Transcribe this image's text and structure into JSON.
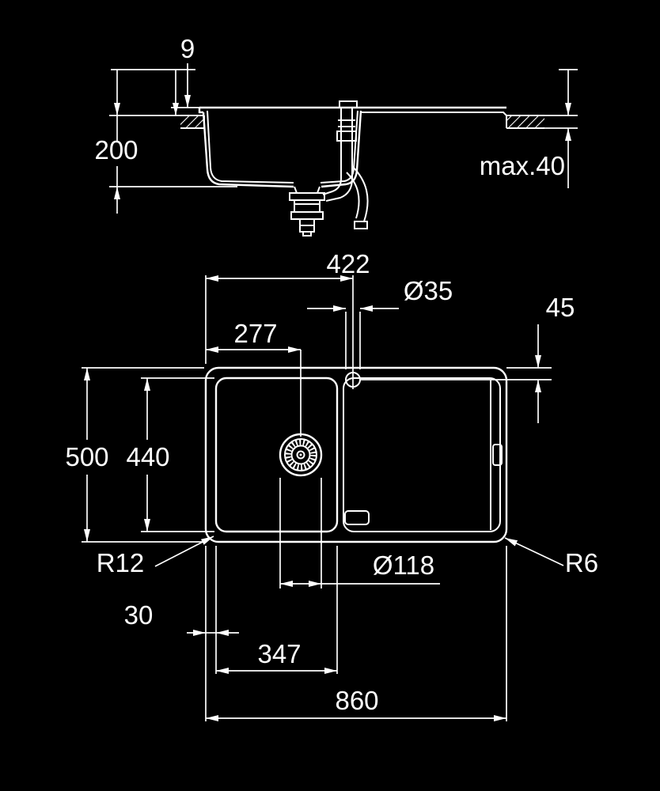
{
  "page": {
    "background_color": "#000000",
    "line_color": "#ffffff",
    "description": "Technical installation drawing of a kitchen sink with bowl and drainboard, side section view and top plan view with dimensions"
  },
  "section_view": {
    "name": "side-section-view",
    "dims": {
      "rim_height": "9",
      "bowl_depth": "200",
      "max_counter_thickness": "max.40"
    }
  },
  "plan_view": {
    "name": "top-plan-view",
    "dims": {
      "left_edge_to_faucet": "422",
      "faucet_hole_dia": "Ø35",
      "top_edge_to_faucet": "45",
      "left_edge_to_drain": "277",
      "overall_depth": "500",
      "bowl_depth_inner": "440",
      "bowl_corner_radius": "R12",
      "drain_dia": "Ø118",
      "outer_corner_radius": "R6",
      "edge_to_bowl": "30",
      "bowl_width_inner": "347",
      "overall_width": "860"
    }
  }
}
